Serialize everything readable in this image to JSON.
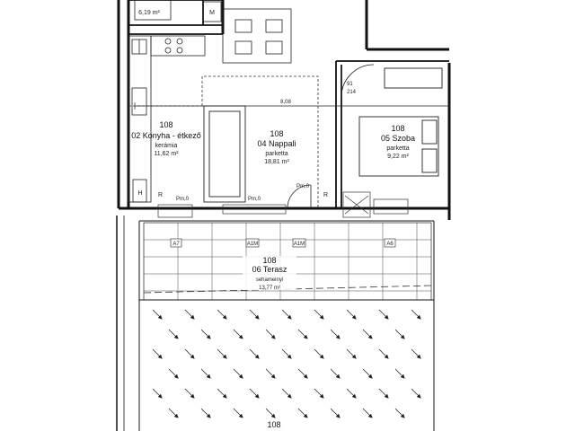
{
  "rooms": [
    {
      "id": "bath",
      "area": "6,19 m²"
    },
    {
      "id": "kitchen",
      "number": "108",
      "name": "02 Konyha - étkező",
      "floor": "kerámia",
      "area": "11,62 m²"
    },
    {
      "id": "living",
      "number": "108",
      "name": "04 Nappali",
      "floor": "parketta",
      "area": "18,81 m²"
    },
    {
      "id": "bedroom",
      "number": "108",
      "name": "05 Szoba",
      "floor": "parketta",
      "area": "9,22 m²"
    },
    {
      "id": "terrace",
      "number": "108",
      "name": "06 Terasz",
      "floor": "sehameinyi",
      "area": "13,77 m²"
    },
    {
      "id": "garden",
      "number": "108"
    }
  ],
  "dimensions": {
    "width_main": "8,08"
  },
  "door": {
    "width": "91",
    "height": "214"
  },
  "labels": {
    "M": "M",
    "H": "H",
    "R_left": "R",
    "R_right": "R",
    "pm_left": "Pm,0",
    "pm_mid": "Pm,0",
    "pm_right": "Pm,0",
    "a7": "A7",
    "a1m_left": "A1M",
    "a1m_right": "A1M",
    "a6": "A6"
  },
  "colors": {
    "wall": "#111111",
    "line": "#333333",
    "tile": "#555555"
  }
}
